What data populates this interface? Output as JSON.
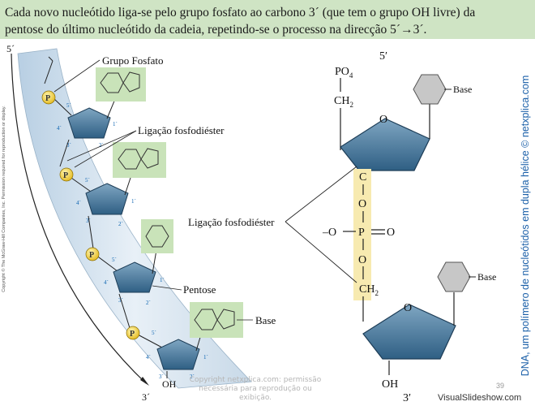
{
  "caption": {
    "line1": "Cada novo nucleótido liga-se pelo grupo fosfato ao carbono 3´ (que tem o grupo OH livre) da",
    "line2": "pentose do último nucleótido da cadeia, repetindo-se o processo na direcção 5´→3´."
  },
  "side_title": "DNA, um polímero de nucleótidos em dupla hélice © netxplica.com",
  "copyright_vertical": "Copyright © The McGraw-Hill Companies, Inc. Permission required for reproduction or display.",
  "watermark": {
    "line1": "Copyright netxplica.com: permissão",
    "line2": "necessária para reprodução ou exibição."
  },
  "page_number": "39",
  "logo": "VisualSlideshow.com",
  "left_diagram": {
    "five_prime": "5´",
    "three_prime": "3´",
    "labels": {
      "grupo_fosfato": "Grupo Fosfato",
      "ligacao": "Ligação fosfodiéster",
      "pentose": "Pentose",
      "base": "Base"
    },
    "phosphate_symbol": "P",
    "oh": "OH",
    "carbon_5": "5´",
    "carbon_4": "4´",
    "carbon_3": "3´",
    "carbon_2": "2´",
    "carbon_1": "1´"
  },
  "right_diagram": {
    "five_prime": "5′",
    "three_prime": "3′",
    "po4": "PO",
    "po4_sub": "4",
    "ch2": "CH",
    "ch2_sub": "2",
    "o_ring": "O",
    "base": "Base",
    "c": "C",
    "o": "O",
    "p": "P",
    "o_minus": "–O",
    "eq_o": "O",
    "ligacao": "Ligação fosfodiéster",
    "oh": "OH"
  }
}
